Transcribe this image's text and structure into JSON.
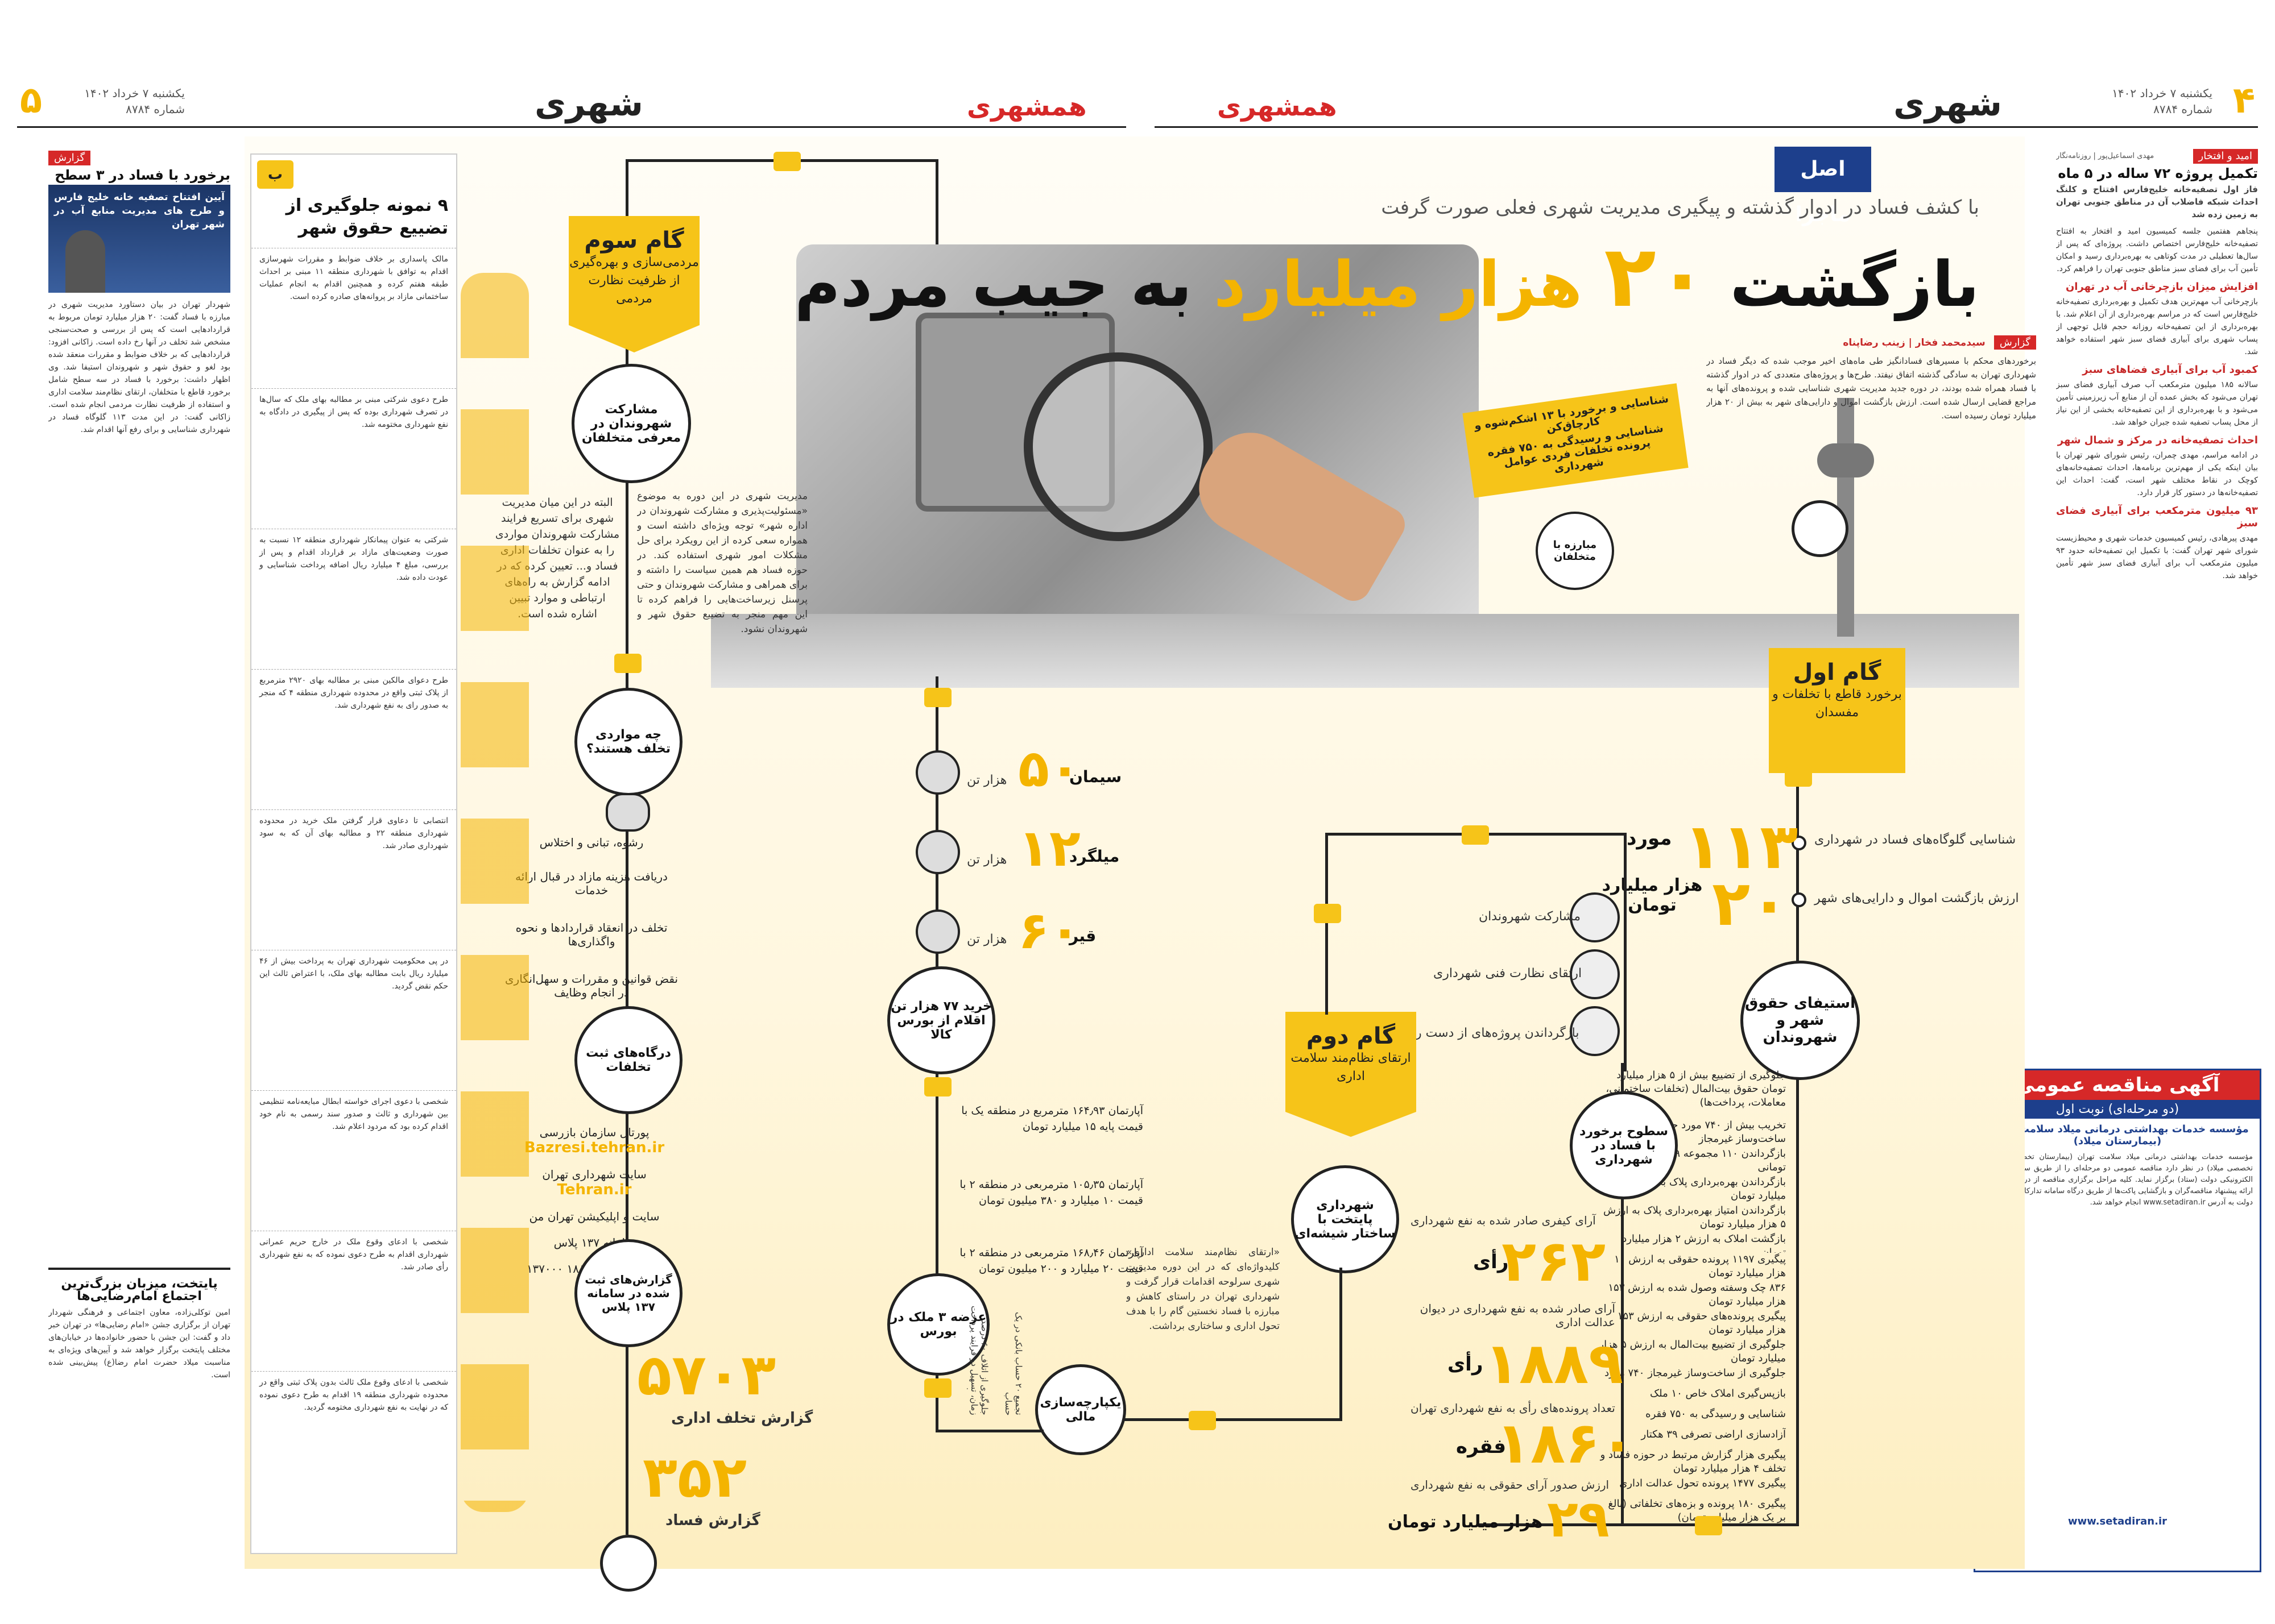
{
  "header": {
    "page_right": "۴",
    "page_left": "۵",
    "date_right": "یکشنبه ۷ خرداد ۱۴۰۲",
    "issue_right": "شماره ۸۷۸۴",
    "date_left": "یکشنبه ۷ خرداد ۱۴۰۲",
    "issue_left": "شماره ۸۷۸۴",
    "section": "شهری",
    "masthead": "همشهری"
  },
  "main": {
    "kicker": "با کشف فساد در ادوار گذشته و پیگیری مدیریت شهری فعلی صورت گرفت",
    "title_pre": "بازگشت",
    "title_num": "۲۰",
    "title_mid": "هزار میلیارد",
    "title_post": "به جیب مردم",
    "badge": "اصل ماجرا",
    "report_tag": "گزارش",
    "byline": "سیدمحمد فخار | زینب رضاپناه",
    "intro": "برخورد‌های محکم با مسیرهای فسادانگیز طی ماه‌های اخیر موجب شده که دیگر فساد در شهرداری تهران به سادگی گذشته اتفاق نیفتد. طرح‌ها و پروژه‌های متعددی که در ادوار گذشته با فساد همراه شده بودند، در دوره جدید مدیریت شهری شناسایی شده و پرونده‌های آنها به مراجع قضایی ارسال شده است. ارزش بازگشت اموال و دارایی‌های شهر به بیش از ۲۰ هزار میلیارد تومان رسیده است.",
    "callout_1": "شناسایی و برخورد با ۱۳ اشکم‌شوه و کارچاق‌کن",
    "callout_2": "شناسایی و رسیدگی به ۷۵۰ فقره پرونده تخلفات فردی عوامل شهرداری",
    "callout_3": "مبارزه با متخلفان"
  },
  "step1": {
    "title": "گام اول",
    "text": "برخورد قاطع با تخلفات و مفسدان",
    "stat1_num": "۱۱۳",
    "stat1_unit": "مورد",
    "stat1_label": "شناسایی گلوگاه‌های فساد در شهرداری",
    "stat2_num": "۲۰",
    "stat2_unit": "هزار میلیارد تومان",
    "stat2_label": "ارزش بازگشت اموال و دارایی‌های شهر",
    "circle": "استیفای حقوق شهر و شهروندان",
    "items": [
      "جلوگیری از تضییع بیش از ۵ هزار میلیارد تومان حقوق بیت‌المال (تخلفات ساختمانی، معاملات، پرداخت‌ها)",
      "تخریب بیش از ۷۴۰ مورد جلوگیری از ساخت‌وساز غیرمجاز",
      "بازگرداندن ۱۱۰ مجموعه ۹ هزار میلیارد تومانی",
      "بازگرداندن بهره‌برداری پلاک به ارزش ۶۰۰ میلیارد تومان",
      "بازگرداندن امتیاز بهره‌برداری پلاک به ارزش ۵ هزار میلیارد تومان",
      "بازگشت املاک به ارزش ۲ هزار میلیارد تومان",
      "پیگیری ۱۱۹۷ پرونده حقوقی به ارزش ۱۱ هزار میلیارد تومان",
      "۸۳۶ چک وسفته وصول شده به ارزش ۱۵۳ هزار میلیارد تومان",
      "پیگیری پرونده‌های حقوقی به ارزش ۱۵۳ هزار میلیارد تومان",
      "جلوگیری از تضییع بیت‌المال به ارزش ۵ هزار میلیارد تومان",
      "جلوگیری از ساخت‌وساز غیرمجاز ۷۴۰ مورد",
      "بازپس‌گیری املاک خاص ۱۰ ملک",
      "شناسایی و رسیدگی به ۷۵۰ فقره",
      "آزادسازی اراضی تصرفی ۳۹ هکتار",
      "پیگیری هزار گزارش مرتبط در حوزه فساد و تخلف ۴ هزار میلیارد تومان",
      "پیگیری ۱۴۷۷ پرونده تحول عدالت اداری",
      "پیگیری ۱۸۰ پرونده‌ و بزه‌های تخلفاتی (بالغ بر یک هزار میلیارد تومان)"
    ]
  },
  "levels": {
    "circle": "سطوح برخورد با فساد در شهرداری",
    "items": [
      "مشارکت شهروندان",
      "ارتقای نظارت فنی شهرداری",
      "بازگرداندن پروژه‌های از دست رفته"
    ],
    "stat1_num": "۲۶۲",
    "stat1_unit": "رأی",
    "stat1_label": "آرای کیفری صادر شده به نفع شهرداری",
    "stat2_num": "۱۸۸۹",
    "stat2_unit": "رأی",
    "stat2_label": "آرای صادر شده به نفع شهرداری در دیوان عدالت اداری",
    "stat3_num": "۱۸۶۰",
    "stat3_unit": "فقره",
    "stat3_label": "تعداد پرونده‌های رأی به نفع شهرداری تهران",
    "stat4_num": "۲۹",
    "stat4_unit": "هزار میلیارد تومان",
    "stat4_label": "ارزش صدور آرای حقوقی به نفع شهرداری"
  },
  "step2": {
    "title": "گام دوم",
    "text": "ارتقای نظام‌مند سلامت اداری",
    "circle": "شهرداری پایتخت با ساختار شیشه‌ای",
    "quote": "«ارتقای نظام‌مند سلامت اداری» کلیدواژه‌ای که در این دوره مدیریت شهری سرلوحه اقدامات قرار گرفت و شهرداری تهران در راستای کاهش و مبارزه با فساد نخستین گام را با هدف تحول اداری و ساختاری برداشت.",
    "circle2": "یکپارچه‌سازی مالی"
  },
  "goods": {
    "items": [
      {
        "num": "۵۰",
        "name": "سیمان",
        "unit": "هزار تن"
      },
      {
        "num": "۱۲",
        "name": "میلگرد",
        "unit": "هزار تن"
      },
      {
        "num": "۶۰",
        "name": "قیر",
        "unit": "هزار تن"
      }
    ],
    "circle": "خرید ۷۷ هزار تن اقلام از بورس کالا",
    "apartments": [
      "آپارتمان ۱۶۴٫۹۳ مترمربع در منطقه یک با قیمت پایه ۱۵ میلیارد تومان",
      "آپارتمان ۱۰۵٫۳۵ مترمربعی در منطقه ۲ با قیمت ۱۰ میلیارد و ۳۸۰ میلیون تومان",
      "آپارتمان ۱۶۸٫۴۶ مترمربعی در منطقه ۲ با قیمت ۲۰ میلیارد و ۲۰۰ میلیون تومان"
    ],
    "circle2": "عرضه ۳ ملک در بورس",
    "vertical_1": "جلوگیری از اتلاف ۶۰ درصد زمان، تسهیل در فرایند پرداخت حقوق‌ها",
    "vertical_2": "تجمیع ۲۰ حساب بانکی در یک حساب"
  },
  "step3": {
    "title": "گام سوم",
    "text": "مردمی‌سازی و بهره‌گیری از ظرفیت نظارت مردمی",
    "circle1": "مشارکت شهروندان در معرفی متخلفان",
    "para1": "البته در این میان مدیریت شهری برای تسریع فرایند مشارکت شهروندان مواردی را به عنوان تخلفات اداری فساد و... تعیین کرده که در ادامه گزارش به راه‌های ارتباطی و موارد تبیین اشاره شده است.",
    "para2": "مدیریت شهری در این دوره به موضوع «مسئولیت‌پذیری و مشارکت شهروندان در اداره شهر» توجه ویژه‌ای داشته است و همواره سعی کرده از این رویکرد برای حل مشکلات امور شهری استفاده کند. در حوزه فساد هم همین سیاست را داشته و برای همراهی و مشارکت شهروندان و حتی پرسنل زیرساخت‌هایی را فراهم کرده تا این مهم منجر به تضییع حقوق شهر و شهروندان نشود.",
    "circle2": "چه مواردی تخلف هستند؟",
    "violations": [
      "رشوه، تبانی و اختلاس",
      "دریافت هزینه مازاد در قبال ارائه خدمات",
      "تخلف در انعقاد قراردادها و نحوه واگذاری‌ها",
      "نقض قوانین و مقررات و سهل‌انگاری در انجام وظایف"
    ],
    "circle3": "درگاه‌های ثبت تخلفات",
    "portals": [
      {
        "label": "پورتال سازمان بازرسی",
        "value": "Bazresi.tehran.ir"
      },
      {
        "label": "سایت شهرداری تهران",
        "value": "Tehran.ir"
      },
      {
        "label": "سایت و اپلیکیشن تهران من",
        "value": ""
      },
      {
        "label": "سامانه ۱۳۷ پلاس",
        "value": ""
      },
      {
        "label": "سامانه پیامکی ۱۸۸۸ ۱۳۷۰۰۰",
        "value": ""
      }
    ],
    "circle4": "گزارش‌های ثبت شده در سامانه ۱۳۷ پلاس",
    "stat1_num": "۵۷۰۳",
    "stat1_label": "گزارش تخلف اداری",
    "stat2_num": "۳۵۲",
    "stat2_label": "گزارش فساد"
  },
  "left_box": {
    "title": "۹ نمونه جلوگیری از تضییع حقوق شهر",
    "items": [
      "مالک پاسداری بر خلاف ضوابط و مقررات شهرسازی اقدام به توافق با شهرداری منطقه ۱۱ مبنی بر احداث طبقه هفتم کرده و همچنین اقدام به انجام عملیات ساختمانی مازاد بر پروانه‌های صادره کرده است.",
      "طرح دعوی شرکتی مبنی بر مطالبه بهای ملک که سال‌ها در تصرف شهرداری بوده که پس از پیگیری در دادگاه به نفع شهرداری مختومه شد.",
      "شرکتی به عنوان پیمانکار شهرداری منطقه ۱۲ نسبت به صورت وضعیت‌های مازاد بر قرارداد اقدام و پس از بررسی، مبلغ ۴ میلیارد ریال اضافه پرداخت شناسایی و عودت داده شد.",
      "طرح دعوای مالکین مبنی بر مطالبه بهای ۲۹۲۰ مترمربع از پلاک ثبتی واقع در محدوده شهرداری منطقه ۴ که منجر به صدور رای به نفع شهرداری شد.",
      "انتصابی تا دعاوی قرار گرفتن ملک خرید در محدوده شهرداری منطقه ۲۲ و مطالبه بهای آن که به سود شهرداری صادر شد.",
      "در پی محکومیت شهرداری تهران به پرداخت بیش از ۴۶ میلیارد ریال بابت مطالبه بهای ملک، با اعتراض ثالث این حکم نقض گردید.",
      "شخصی با دعوی اجرای خواسته ابطال مبایعه‌نامه تنظیمی بین شهرداری و ثالث و صدور سند رسمی به نام خود اقدام کرده بود که مردود اعلام شد.",
      "شخصی با ادعای وقوع ملک در خارج حریم عمرانی شهرداری اقدام به طرح دعوی نموده که به نفع شهرداری رأی صادر شد.",
      "شخصی با ادعای وقوع ملک ثالث بدون پلاک ثبتی واقع در محدوده شهرداری منطقه ۱۹ اقدام به طرح دعوی نموده که در نهایت به نفع شهرداری مختومه گردید."
    ],
    "badge_letter": "ب"
  },
  "right_col": {
    "tag": "امید و افتخار",
    "byline": "مهدی اسماعیل‌پور | روزنامه‌نگار",
    "title": "تکمیل پروژه ۷۲ ساله در ۵ ماه",
    "lead": "فاز اول تصفیه‌خانه خلیج‌فارس افتتاح و کلنگ احداث شبکه فاضلاب آن در مناطق جنوبی تهران به زمین زده شد",
    "body": "پنجاهم هفتمین جلسه کمیسیون امید و افتخار به افتتاح تصفیه‌خانه خلیج‌فارس اختصاص داشت. پروژه‌ای که پس از سال‌ها تعطیلی در مدت کوتاهی به بهره‌برداری رسید و امکان تأمین آب برای فضای سبز مناطق جنوبی تهران را فراهم کرد.",
    "sub1": "افزایش میزان بازچرخانی آب در تهران",
    "body1": "بازچرخانی آب مهم‌ترین هدف تکمیل و بهره‌برداری تصفیه‌خانه خلیج‌فارس است که در مراسم بهره‌برداری از آن اعلام شد. با بهره‌برداری از این تصفیه‌خانه روزانه حجم قابل توجهی از پساب شهری برای آبیاری فضای سبز شهر استفاده خواهد شد.",
    "sub2": "کمبود آب برای آبیاری فضاهای سبز",
    "body2": "سالانه ۱۸۵ میلیون مترمکعب آب صرف آبیاری فضای سبز تهران می‌شود که بخش عمده آن از منابع آب زیرزمینی تأمین می‌شود و با بهره‌برداری از این تصفیه‌خانه بخشی از این نیاز از محل پساب تصفیه شده جبران خواهد شد.",
    "sub3": "احداث تصفیه‌خانه در مرکز و شمال شهر",
    "body3": "در ادامه مراسم، مهدی چمران، رئیس شورای شهر تهران با بیان اینکه یکی از مهم‌ترین برنامه‌ها، احداث تصفیه‌خانه‌های کوچک در نقاط مختلف شهر است، گفت: احداث این تصفیه‌خانه‌ها در دستور کار قرار دارد.",
    "sub4": "۹۳ میلیون مترمکعب برای آبیاری فضای سبز",
    "body4": "مهدی پیرهادی، رئیس کمیسیون خدمات شهری و محیط‌زیست شورای شهر تهران گفت: با تکمیل این تصفیه‌خانه حدود ۹۳ میلیون مترمکعب آب برای آبیاری فضای سبز شهر تأمین خواهد شد."
  },
  "ad": {
    "title": "آگهی مناقصه عمومی",
    "stage": "(دو مرحله‌ای) نوبت اول",
    "org": "مؤسسه خدمات بهداشتی درمانی میلاد سلامت تهران (بیمارستان میلاد)",
    "body": "مؤسسه خدمات بهداشتی درمانی میلاد سلامت تهران (بیمارستان تخصصی و فوق تخصصی میلاد) در نظر دارد مناقصه عمومی دو مرحله‌ای را از طریق سامانه تدارکات الکترونیکی دولت (ستاد) برگزار نماید. کلیه مراحل برگزاری مناقصه از دریافت اسناد تا ارائه پیشنهاد مناقصه‌گران و بازگشایی پاکت‌ها از طریق درگاه سامانه تدارکات الکترونیکی دولت به آدرس www.setadiran.ir انجام خواهد شد.",
    "site": "www.setadiran.ir"
  },
  "left_page": {
    "tag": "گزارش",
    "title": "برخورد با فساد در ۳ سطح",
    "photo_caption": "آیین افتتاح تصفیه خانه خلیج فارس و طرح های مدیریت منابع آب در شهر تهران",
    "body": "شهردار تهران در بیان دستاورد مدیریت شهری در مبارزه با فساد گفت: ۲۰ هزار میلیارد تومان مربوط به قراردادهایی است که پس از بررسی و صحت‌سنجی مشخص شد تخلف در آنها رخ داده است. زاکانی افزود: قراردادهایی که بر خلاف ضوابط و مقررات منعقد شده بود لغو و حقوق شهر و شهروندان استیفا شد. وی اظهار داشت: برخورد با فساد در سه سطح شامل برخورد قاطع با متخلفان، ارتقای نظام‌مند سلامت اداری و استفاده از ظرفیت نظارت مردمی انجام شده است. زاکانی گفت: در این مدت ۱۱۳ گلوگاه فساد در شهرداری شناسایی و برای رفع آنها اقدام شد.",
    "box_title": "پایتخت، میزبان بزرگ‌ترین اجتماع امام‌رضایی‌ها",
    "box_body": "امین توکلی‌زاده، معاون اجتماعی و فرهنگی شهردار تهران از برگزاری جشن «امام رضایی‌ها» در تهران خبر داد و گفت: این جشن با حضور خانواده‌ها در خیابان‌های مختلف پایتخت برگزار خواهد شد و آیین‌های ویژه‌ای به مناسبت میلاد حضرت امام رضا(ع) پیش‌بینی شده است."
  }
}
